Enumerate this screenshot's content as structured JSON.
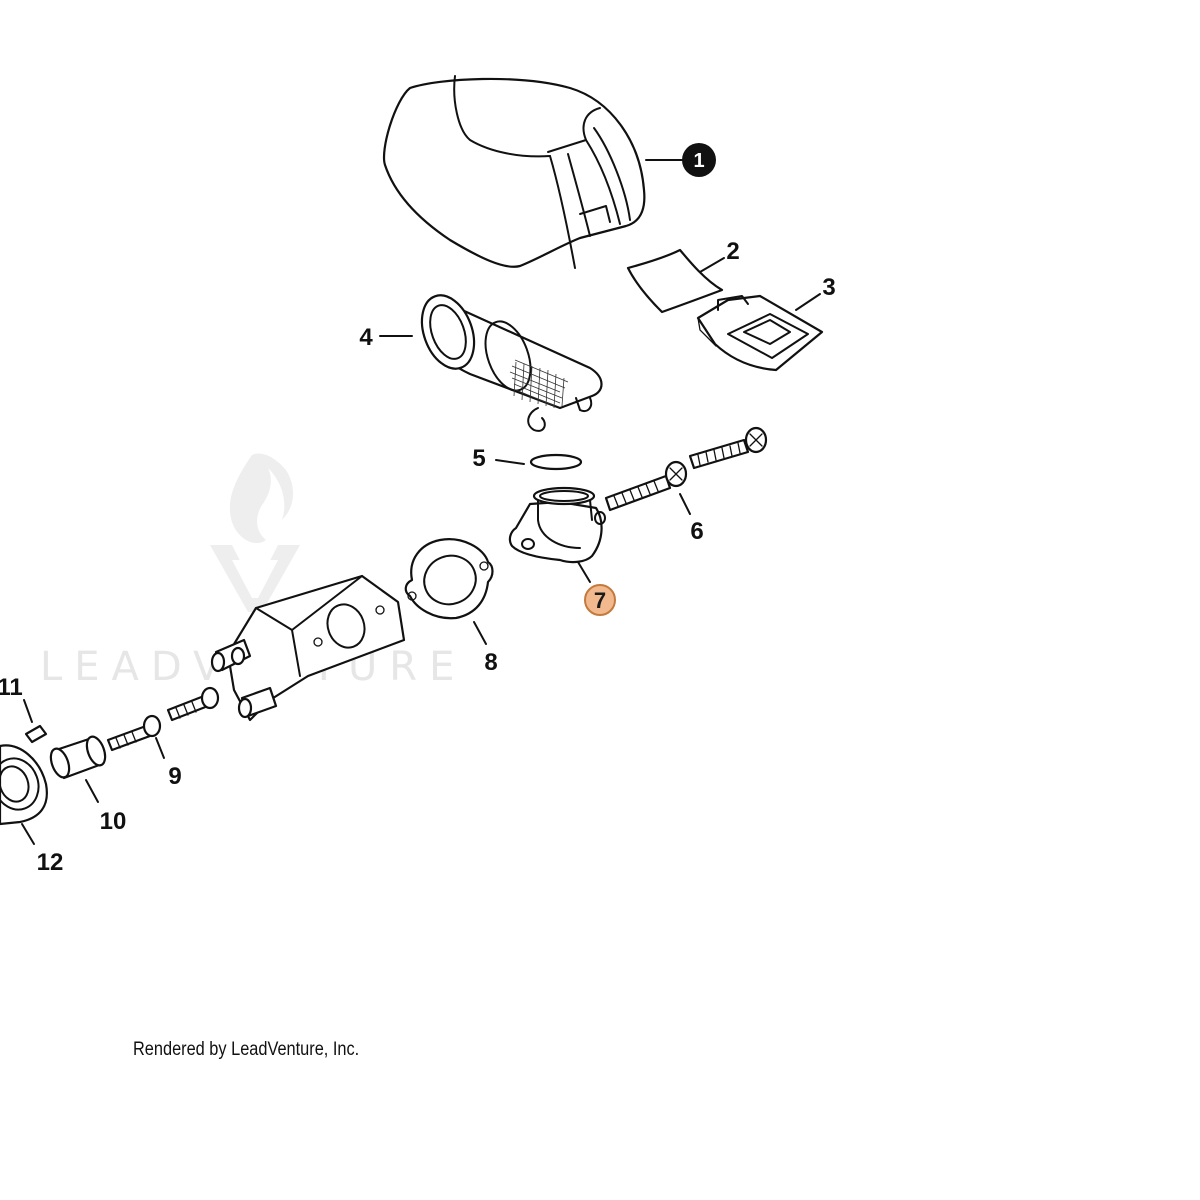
{
  "diagram": {
    "callouts": [
      {
        "id": "1",
        "label": "1",
        "style": "inverted"
      },
      {
        "id": "2",
        "label": "2"
      },
      {
        "id": "3",
        "label": "3"
      },
      {
        "id": "4",
        "label": "4"
      },
      {
        "id": "5",
        "label": "5"
      },
      {
        "id": "6",
        "label": "6"
      },
      {
        "id": "7",
        "label": "7",
        "style": "highlighted"
      },
      {
        "id": "8",
        "label": "8"
      },
      {
        "id": "9",
        "label": "9"
      },
      {
        "id": "10",
        "label": "10"
      },
      {
        "id": "11",
        "label": "11"
      },
      {
        "id": "12",
        "label": "12"
      }
    ],
    "highlight_color": "#f2b98f",
    "highlight_border": "#c47a3a"
  },
  "watermark": {
    "text": "LEADVENTURE"
  },
  "footer": {
    "text": "Rendered by LeadVenture, Inc."
  }
}
